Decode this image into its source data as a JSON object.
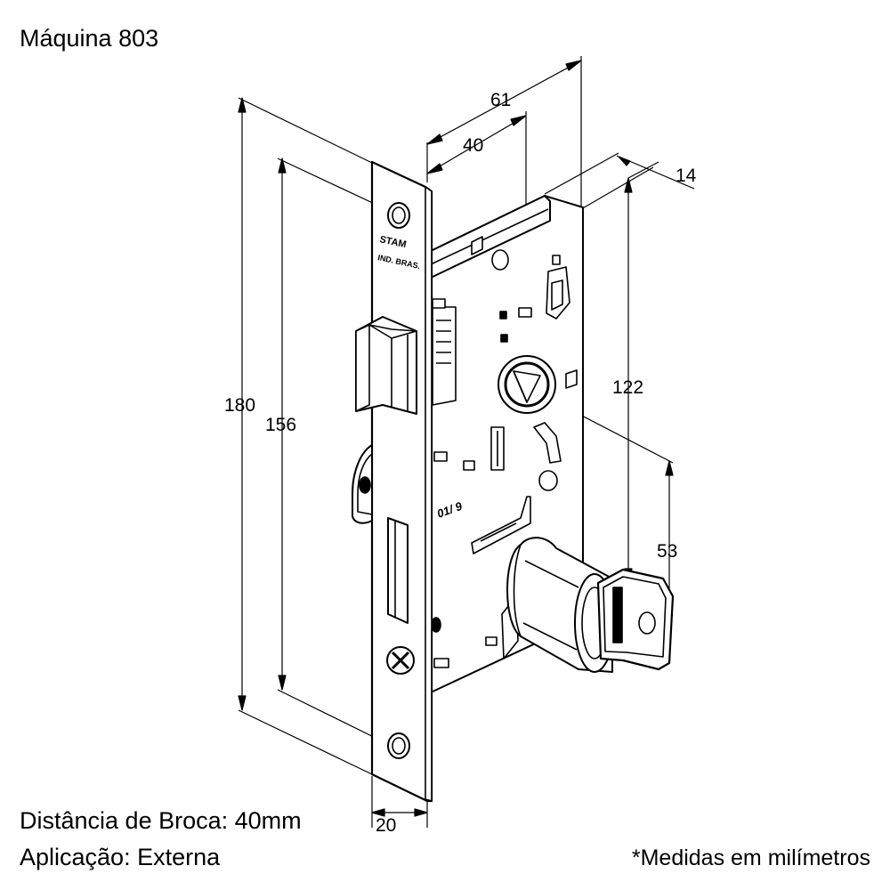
{
  "title": "Máquina 803",
  "specs": {
    "drill_distance": "Distância de Broca: 40mm",
    "application": "Aplicação: Externa"
  },
  "footnote": "*Medidas em milímetros",
  "faceplate_brand": "STAM",
  "faceplate_mark": "IND. BRAS.",
  "case_marking": "01/ 9",
  "dimensions": {
    "total_height": "180",
    "screw_spacing": "156",
    "faceplate_width": "20",
    "backset": "40",
    "total_depth": "61",
    "thickness": "14",
    "handle_to_bottom": "122",
    "center_distance": "53"
  },
  "colors": {
    "line": "#000000",
    "background": "#ffffff"
  }
}
